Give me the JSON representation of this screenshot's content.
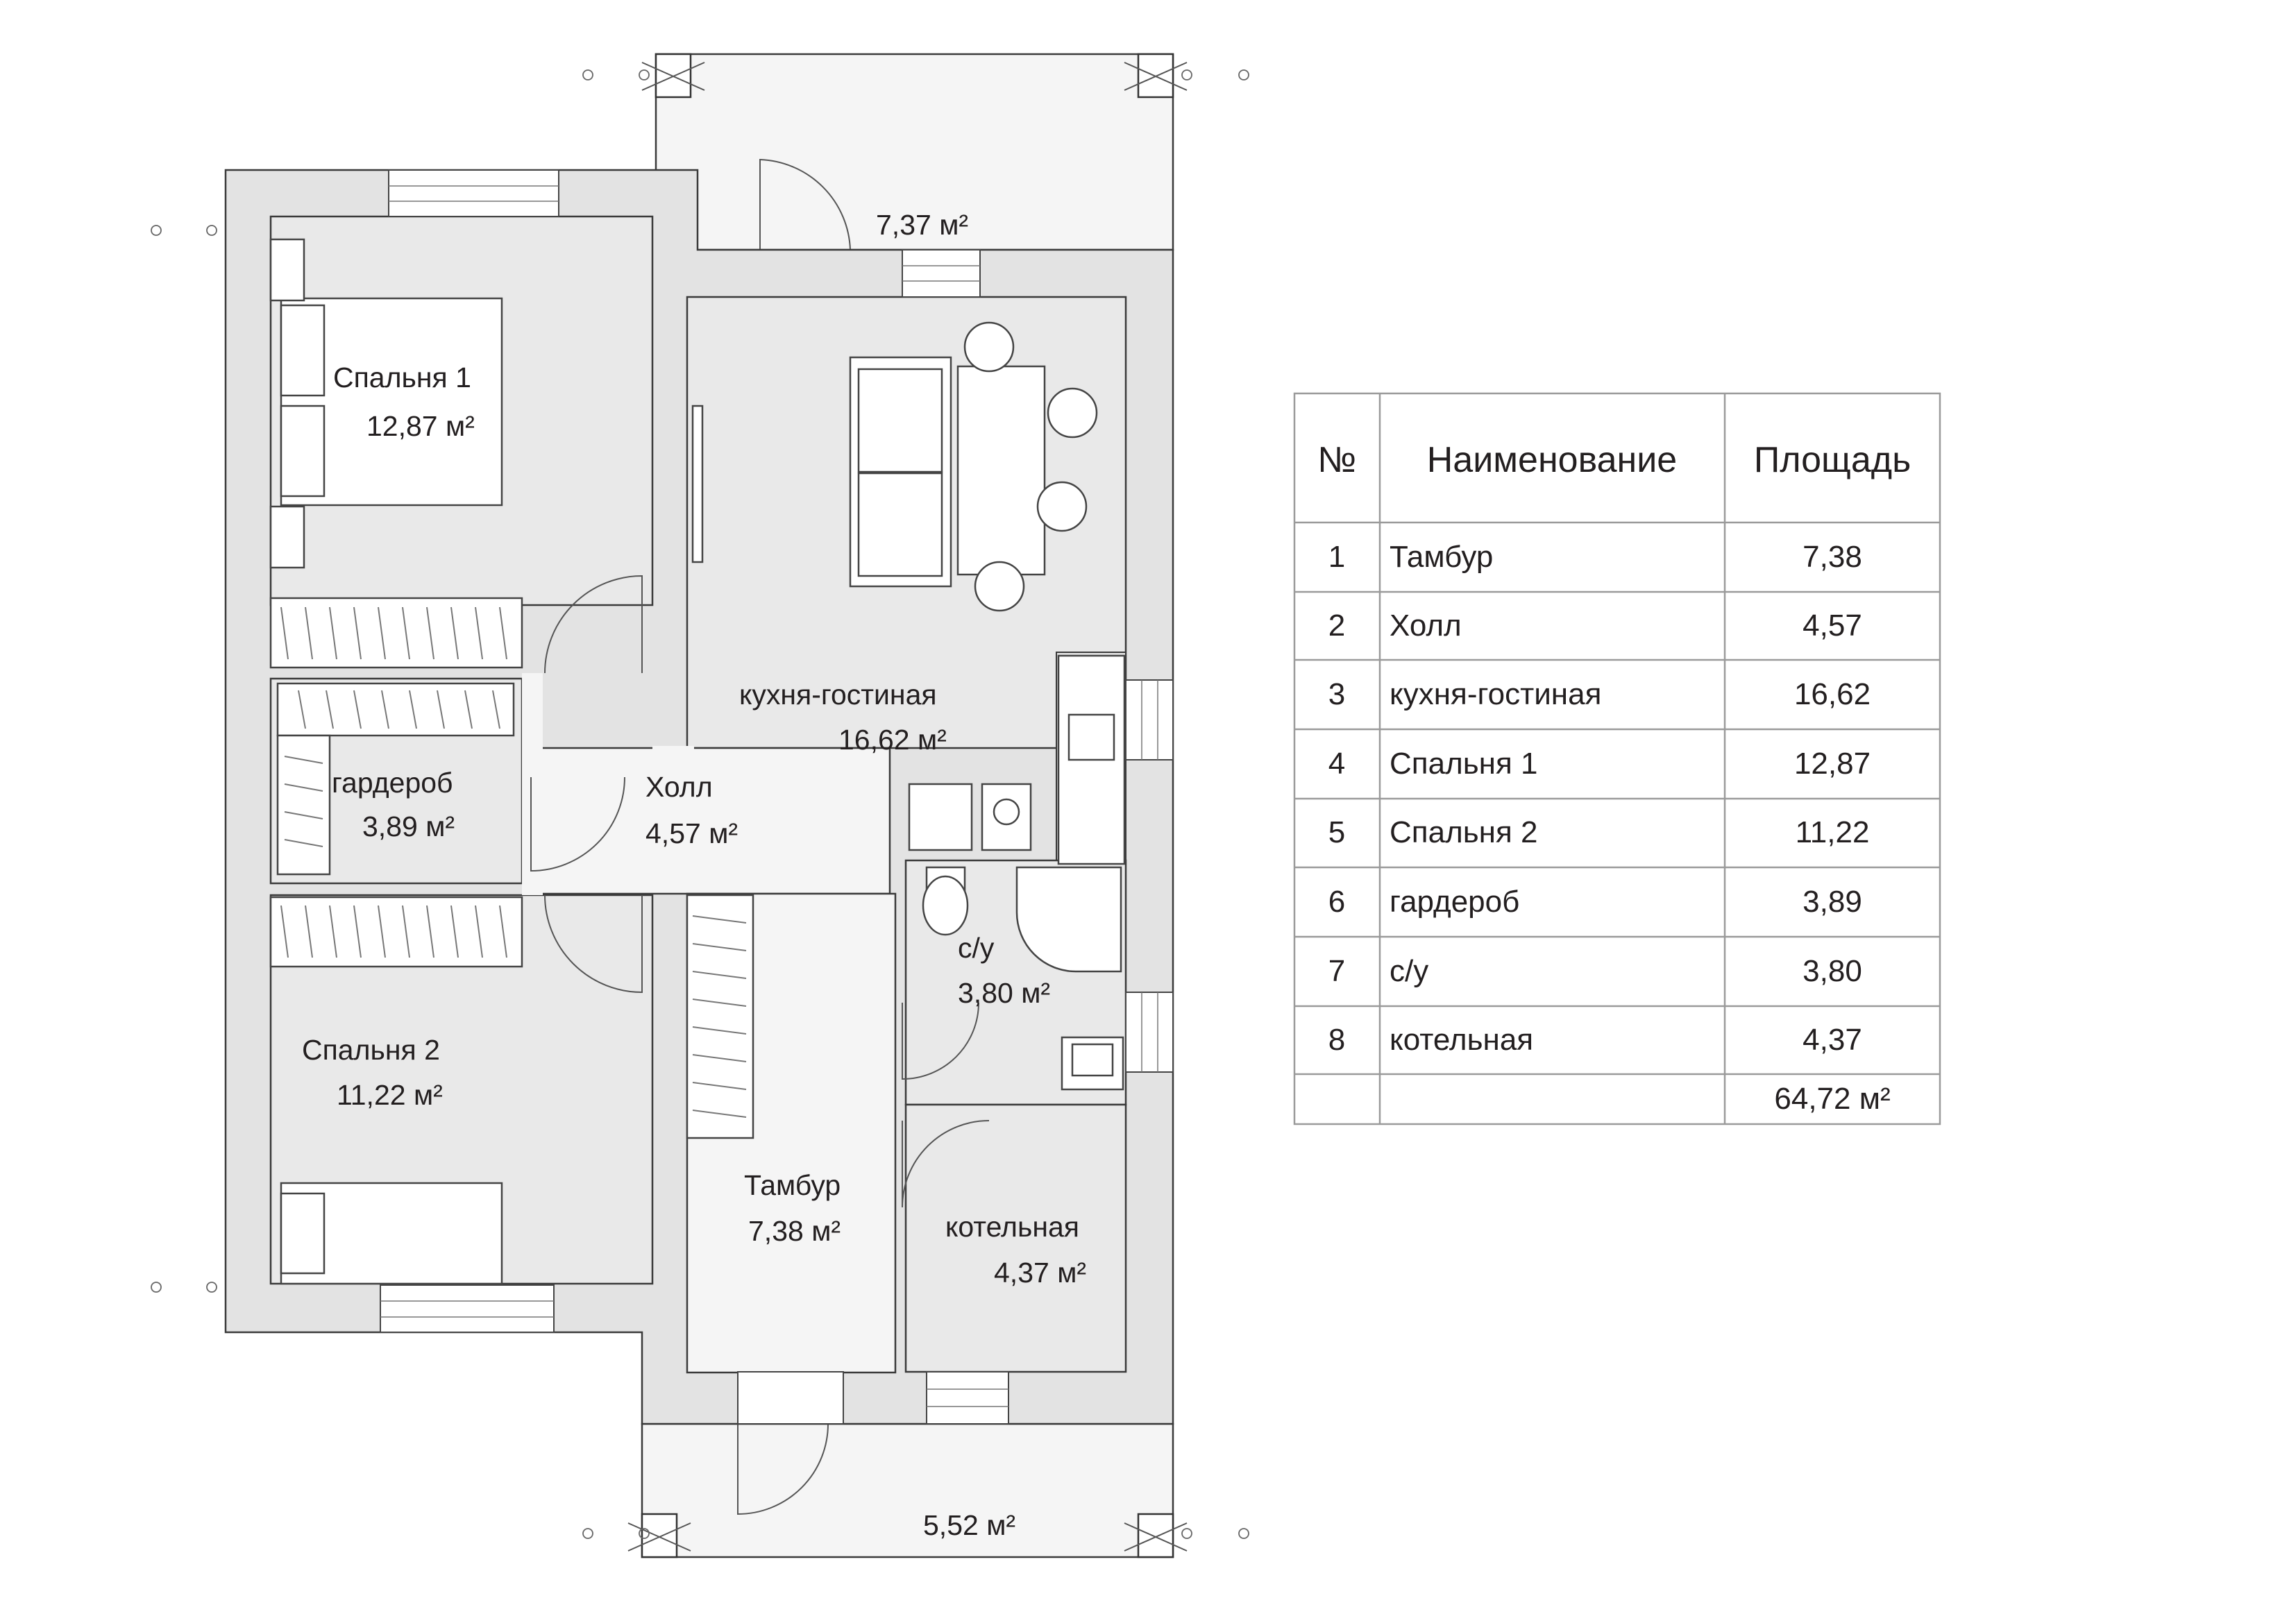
{
  "rooms": {
    "terrace_top": {
      "area": "7,37 м²"
    },
    "bedroom1": {
      "name": "Спальня 1",
      "area": "12,87 м²"
    },
    "kitchen": {
      "name": "кухня-гостиная",
      "area": "16,62 м²"
    },
    "wardrobe": {
      "name": "гардероб",
      "area": "3,89 м²"
    },
    "hall": {
      "name": "Холл",
      "area": "4,57 м²"
    },
    "bathroom": {
      "name": "с/у",
      "area": "3,80 м²"
    },
    "bedroom2": {
      "name": "Спальня 2",
      "area": "11,22 м²"
    },
    "vestibule": {
      "name": "Тамбур",
      "area": "7,38 м²"
    },
    "boiler": {
      "name": "котельная",
      "area": "4,37 м²"
    },
    "terrace_bottom": {
      "area": "5,52 м²"
    }
  },
  "table": {
    "headers": [
      "№",
      "Наименование",
      "Площадь"
    ],
    "rows": [
      {
        "num": "1",
        "name": "Тамбур",
        "area": "7,38"
      },
      {
        "num": "2",
        "name": "Холл",
        "area": "4,57"
      },
      {
        "num": "3",
        "name": "кухня-гостиная",
        "area": "16,62"
      },
      {
        "num": "4",
        "name": "Спальня 1",
        "area": "12,87"
      },
      {
        "num": "5",
        "name": "Спальня 2",
        "area": "11,22"
      },
      {
        "num": "6",
        "name": "гардероб",
        "area": "3,89"
      },
      {
        "num": "7",
        "name": "с/у",
        "area": "3,80"
      },
      {
        "num": "8",
        "name": "котельная",
        "area": "4,37"
      }
    ],
    "total": "64,72 м²"
  }
}
